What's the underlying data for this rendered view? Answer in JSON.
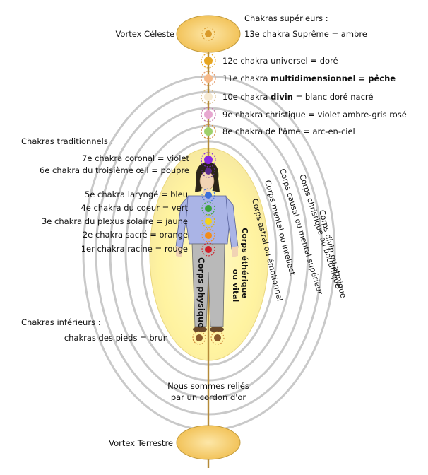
{
  "vortex_celeste": "Vortex Céleste",
  "vortex_terrestre": "Vortex Terrestre",
  "headers": {
    "superieurs": "Chakras supérieurs :",
    "traditionnels": "Chakras traditionnels :",
    "inferieurs": "Chakras inférieurs :"
  },
  "upper_chakras": [
    "13e chakra Suprême = ambre",
    "12e chakra universel = doré",
    "9e chakra christique = violet ambre-gris rosé",
    "8e chakra de l'âme = arc-en-ciel"
  ],
  "chakra_11": {
    "prefix": "11e chakra ",
    "bold": "multidimensionnel = pêche"
  },
  "chakra_10": {
    "prefix": "10e chakra ",
    "bold": "divin",
    "suffix": " = blanc doré nacré"
  },
  "traditional_chakras": [
    "7e chakra coronal = violet",
    "6e chakra du troisième œil = poupre",
    "5e chakra laryngé = bleu",
    "4e chakra du coeur = vert",
    "3e chakra du plexus solaire = jaune",
    "2e chakra sacré = orange",
    "1er chakra racine = rouge"
  ],
  "lower_chakra": "chakras des pieds = brun",
  "bodies": {
    "physique": "Corps physique",
    "etherique_1": "Corps éthérique",
    "etherique_2": "ou vital",
    "astral": "Corps astral ou émotionnel",
    "mental": "Corps mental ou intellect",
    "causal": "Corps causal ou mental supérieur",
    "christique": "Corps christique ou boudhique",
    "divin": "Corps divin ou atmique"
  },
  "cord_line1": "Nous sommes reliés",
  "cord_line2": "par un cordon d'or",
  "colors": {
    "ellipse_stroke": "#c4c4c4",
    "aura_yellow": "#fff6a8",
    "cord": "#b78a3a",
    "vortex": "#f4c96b",
    "chakra_violet": "#8a2be2",
    "chakra_purple": "#5b2a8c",
    "chakra_blue": "#3b6fd9",
    "chakra_green": "#3aa23a",
    "chakra_yellow": "#f2d21b",
    "chakra_orange": "#f28c1b",
    "chakra_red": "#d0202a",
    "chakra_brown": "#8b5a2b"
  }
}
